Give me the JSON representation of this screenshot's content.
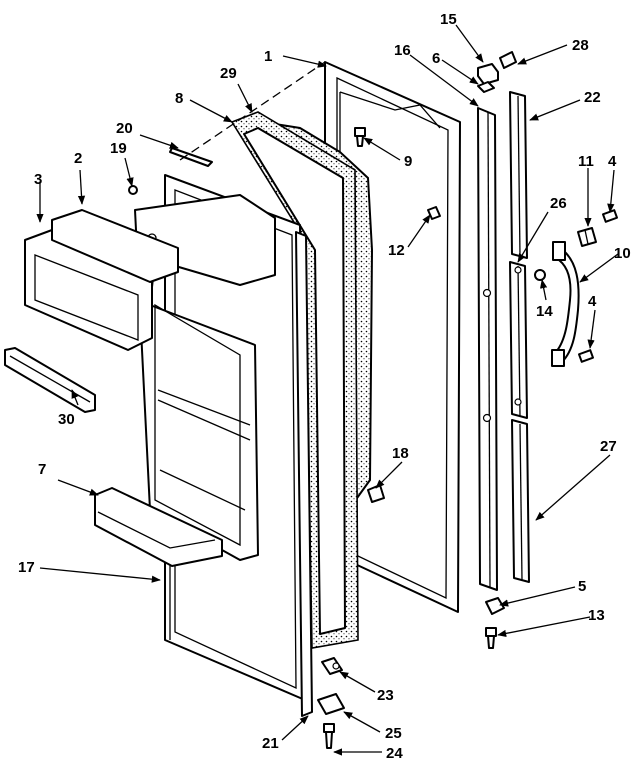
{
  "diagram": {
    "labels": [
      {
        "id": "1",
        "text": "1"
      },
      {
        "id": "2",
        "text": "2"
      },
      {
        "id": "3",
        "text": "3"
      },
      {
        "id": "4a",
        "text": "4"
      },
      {
        "id": "4b",
        "text": "4"
      },
      {
        "id": "5",
        "text": "5"
      },
      {
        "id": "6",
        "text": "6"
      },
      {
        "id": "7",
        "text": "7"
      },
      {
        "id": "8",
        "text": "8"
      },
      {
        "id": "9",
        "text": "9"
      },
      {
        "id": "10",
        "text": "10"
      },
      {
        "id": "11",
        "text": "11"
      },
      {
        "id": "12",
        "text": "12"
      },
      {
        "id": "13",
        "text": "13"
      },
      {
        "id": "14",
        "text": "14"
      },
      {
        "id": "15",
        "text": "15"
      },
      {
        "id": "16",
        "text": "16"
      },
      {
        "id": "17",
        "text": "17"
      },
      {
        "id": "18",
        "text": "18"
      },
      {
        "id": "19",
        "text": "19"
      },
      {
        "id": "20",
        "text": "20"
      },
      {
        "id": "21",
        "text": "21"
      },
      {
        "id": "22",
        "text": "22"
      },
      {
        "id": "23",
        "text": "23"
      },
      {
        "id": "24",
        "text": "24"
      },
      {
        "id": "25",
        "text": "25"
      },
      {
        "id": "26",
        "text": "26"
      },
      {
        "id": "27",
        "text": "27"
      },
      {
        "id": "28",
        "text": "28"
      },
      {
        "id": "29",
        "text": "29"
      },
      {
        "id": "30",
        "text": "30"
      }
    ]
  }
}
